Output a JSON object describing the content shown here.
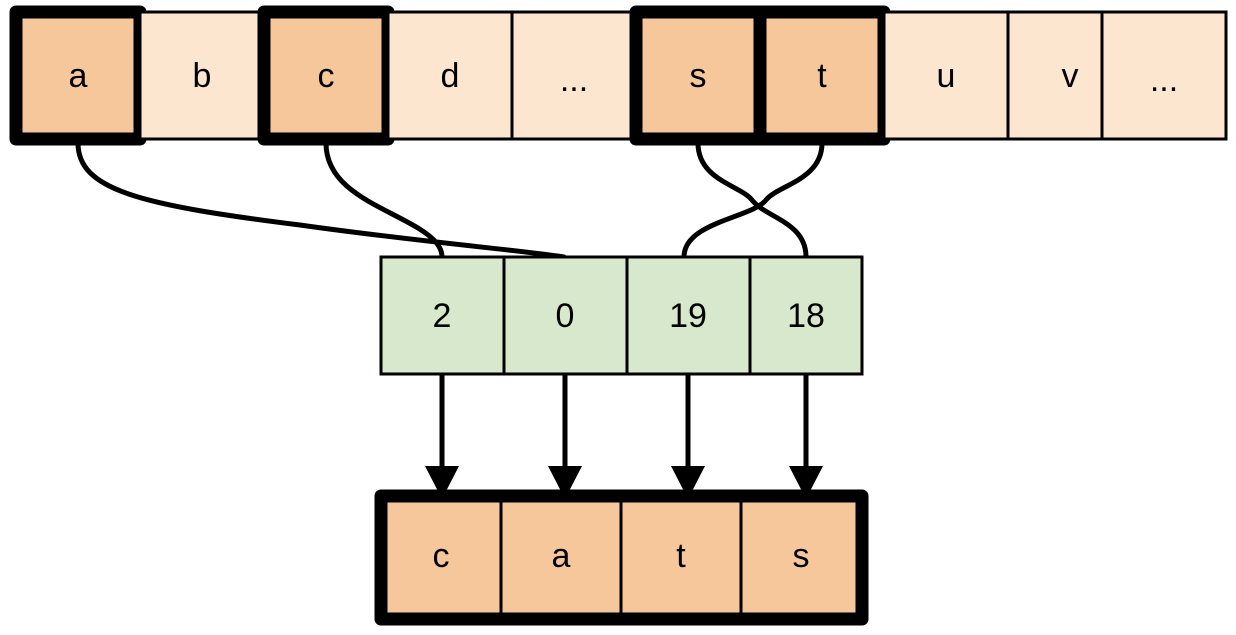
{
  "diagram": {
    "title": "string-indexing-diagram",
    "colors": {
      "highlight_orange": "#F6C79A",
      "plain_orange": "#FCE6D0",
      "result_orange": "#F6C79A",
      "index_green": "#D7E8CC",
      "outline": "#000000",
      "background": "#FFFFFF"
    },
    "alphabet_row": {
      "name": "alphabet-array",
      "cells": [
        {
          "label": "a",
          "highlighted": true
        },
        {
          "label": "b",
          "highlighted": false
        },
        {
          "label": "c",
          "highlighted": true
        },
        {
          "label": "d",
          "highlighted": false
        },
        {
          "label": "...",
          "highlighted": false
        },
        {
          "label": "s",
          "highlighted": true
        },
        {
          "label": "t",
          "highlighted": true
        },
        {
          "label": "u",
          "highlighted": false
        },
        {
          "label": "v",
          "highlighted": false
        },
        {
          "label": "...",
          "highlighted": false
        }
      ]
    },
    "index_row": {
      "name": "index-array",
      "cells": [
        {
          "label": "2"
        },
        {
          "label": "0"
        },
        {
          "label": "19"
        },
        {
          "label": "18"
        }
      ]
    },
    "result_row": {
      "name": "result-array",
      "cells": [
        {
          "label": "c"
        },
        {
          "label": "a"
        },
        {
          "label": "t"
        },
        {
          "label": "s"
        }
      ]
    },
    "connections": [
      {
        "from": "a",
        "to": "0",
        "from_cell_index": 0,
        "to_cell_index": 1
      },
      {
        "from": "c",
        "to": "2",
        "from_cell_index": 2,
        "to_cell_index": 0
      },
      {
        "from": "s",
        "to": "18",
        "from_cell_index": 5,
        "to_cell_index": 3
      },
      {
        "from": "t",
        "to": "19",
        "from_cell_index": 6,
        "to_cell_index": 2
      }
    ],
    "arrows": [
      {
        "from": "2",
        "to": "c"
      },
      {
        "from": "0",
        "to": "a"
      },
      {
        "from": "19",
        "to": "t"
      },
      {
        "from": "18",
        "to": "s"
      }
    ]
  }
}
